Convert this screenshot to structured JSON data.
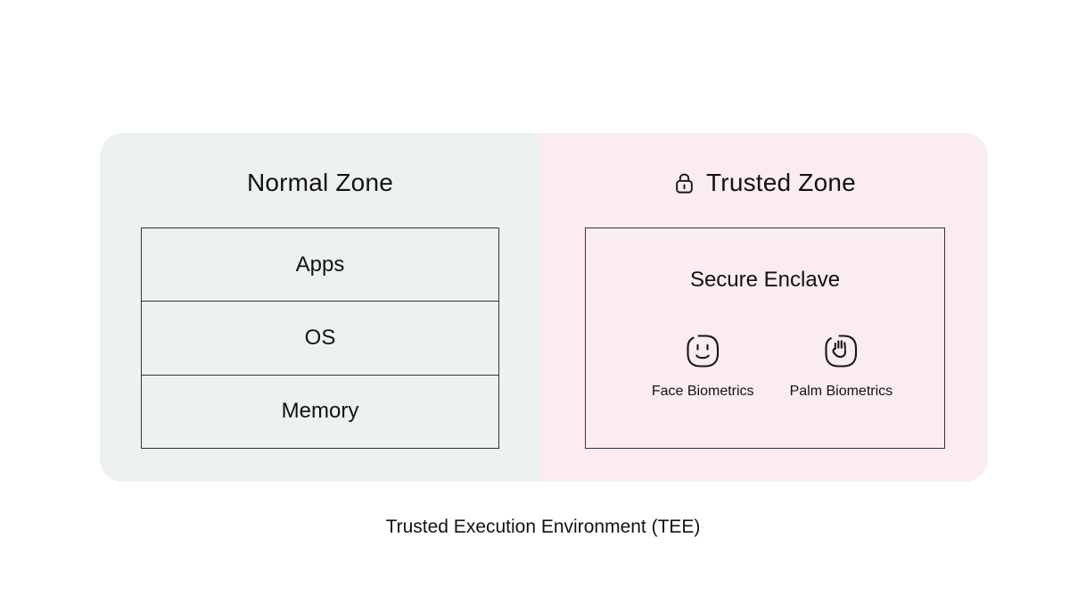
{
  "colors": {
    "page_bg": "#ffffff",
    "normal_zone_bg": "#edf2ee",
    "trusted_zone_bg": "#fbecf2",
    "box_border": "#343434",
    "text": "#121212"
  },
  "diagram": {
    "caption": "Trusted Execution Environment (TEE)",
    "normal_zone": {
      "title": "Normal Zone",
      "layers": [
        "Apps",
        "OS",
        "Memory"
      ]
    },
    "trusted_zone": {
      "title": "Trusted Zone",
      "lock_icon": "lock-icon",
      "enclave": {
        "title": "Secure Enclave",
        "items": [
          {
            "icon": "face-biometrics-icon",
            "label": "Face Biometrics"
          },
          {
            "icon": "palm-biometrics-icon",
            "label": "Palm Biometrics"
          }
        ]
      }
    }
  }
}
